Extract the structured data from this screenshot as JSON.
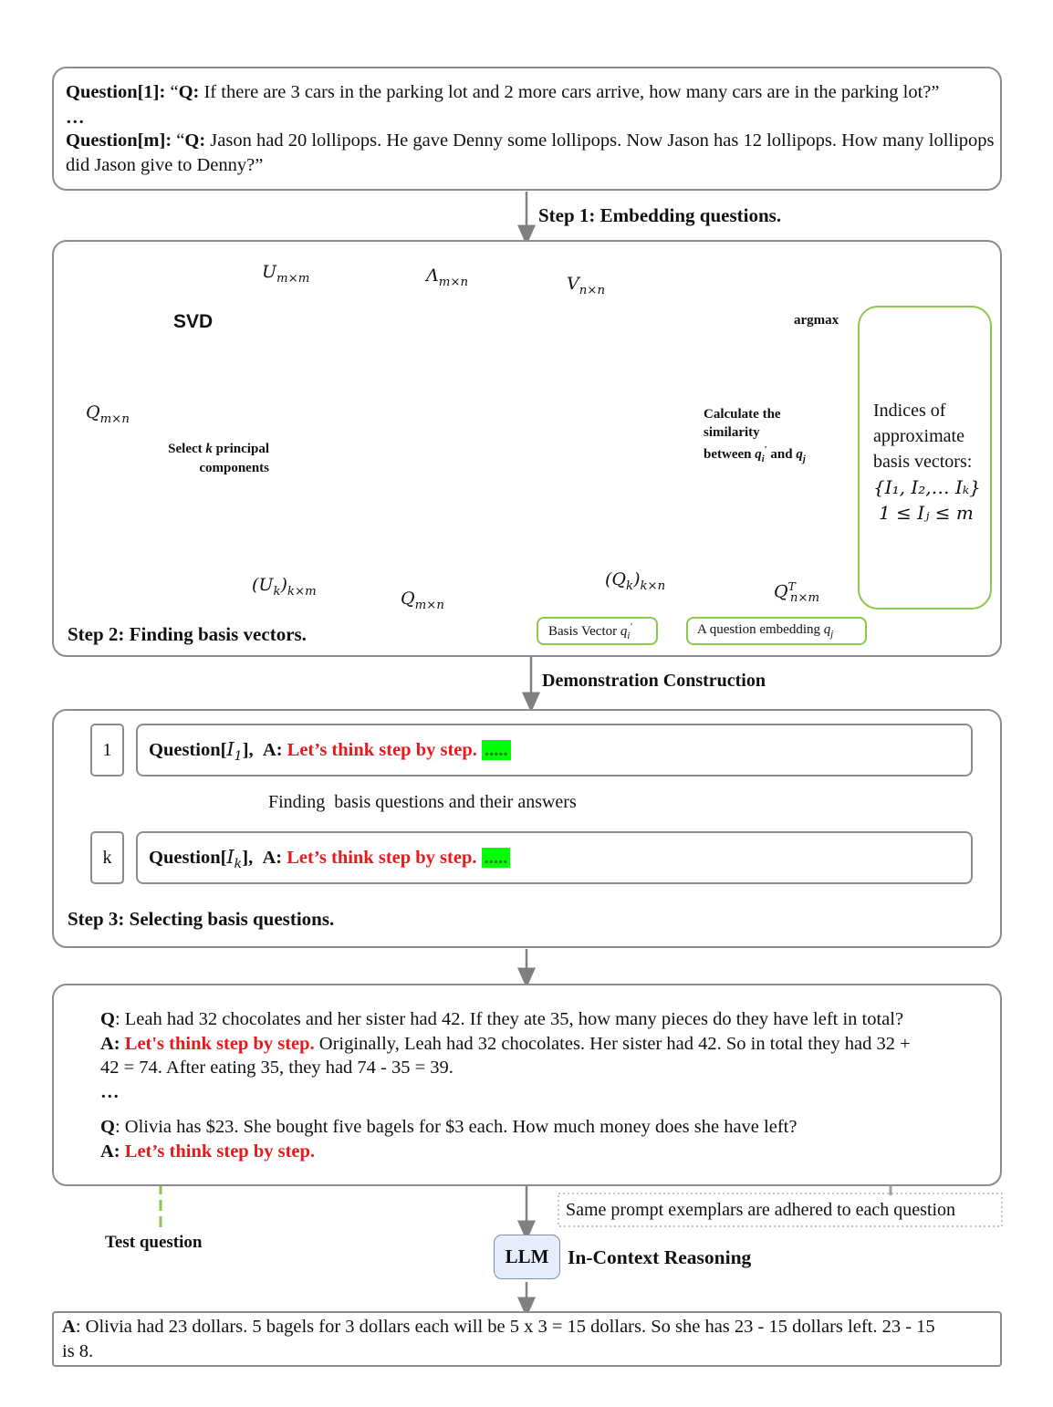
{
  "top_box": {
    "q1_label": "Question[1]:",
    "q1_open": " “",
    "q1_qlabel": "Q:",
    "q1_text": " If there are 3 cars in the parking lot and 2 more cars arrive, how many cars are in the parking lot?”",
    "ellipsis": "…",
    "qm_label": "Question[m]:",
    "qm_open": " “",
    "qm_qlabel": "Q:",
    "qm_text": " Jason had 20 lollipops. He gave Denny some lollipops. Now Jason has 12 lollipops. How many lollipops did Jason give to Denny?”"
  },
  "step1": {
    "label": "Step 1: Embedding questions."
  },
  "step2": {
    "label": "Step 2: Finding basis vectors.",
    "svd": "SVD",
    "argmax": "argmax",
    "select_k_line1": "Select",
    "select_k_var": "k",
    "select_k_line1b": "principal",
    "select_k_line2": "components",
    "calc_line1": "Calculate the",
    "calc_line2": "similarity",
    "calc_line3": "between",
    "calc_and": "and",
    "indices_line1": "Indices of",
    "indices_line2": "approximate",
    "indices_line3": "basis vectors:",
    "indices_set": "{I₁, I₂,… Iₖ}",
    "indices_range": "1 ≤ Iⱼ ≤ m",
    "basis_vector_label": "Basis Vector",
    "question_embedding_label": "A question embedding",
    "mat_Q_top": "Q",
    "mat_U": "U",
    "mat_Lambda": "Λ",
    "mat_V": "V",
    "mat_Uk": "(U",
    "mat_Q_bottom": "Q",
    "mat_Qk": "(Q",
    "mat_QT": "Q"
  },
  "demo_construction": {
    "label": "Demonstration Construction"
  },
  "step3": {
    "label": "Step 3: Selecting basis questions.",
    "row1_num": "1",
    "row1_question": "Question[",
    "row1_index": "I",
    "row1_index_sub": "1",
    "row1_close": "],",
    "row1_a": "A:",
    "row1_lets": "Let’s think step by step.",
    "row1_dots": ".....",
    "rowk_num": "k",
    "rowk_question": "Question[",
    "rowk_index": "I",
    "rowk_index_sub": "k",
    "rowk_close": "],",
    "rowk_a": "A:",
    "rowk_lets": "Let’s think step by step.",
    "rowk_dots": ".....",
    "finding_text": "Finding  basis questions and their answers"
  },
  "prompt_box": {
    "ex_q_label": "Q",
    "ex_q_text": ": Leah had 32 chocolates and her sister had 42. If they ate 35, how many pieces do they have left in total?",
    "ex_a_label": "A:",
    "ex_lets": "Let's think step by step.",
    "ex_answer_1": " Originally, Leah had 32 chocolates. Her sister had 42. So in total they had 32 +",
    "ex_answer_2": "42 = 74. After eating 35, they had 74 - 35 = 39.",
    "ellipsis": "…",
    "test_q_label": "Q",
    "test_q_text": ": Olivia has $23. She bought five bagels for $3 each. How much money does she have left?",
    "test_a_label": "A:",
    "test_lets": "Let’s think step by step."
  },
  "same_prompt_note": "Same prompt exemplars are adhered to each question",
  "test_question_label": "Test question",
  "llm": {
    "label": "LLM",
    "caption": "In-Context Reasoning"
  },
  "final_answer": {
    "a_label": "A",
    "text_1": ": Olivia had 23 dollars. 5 bagels for 3 dollars each will be 5 x 3 = 15 dollars. So she has 23 - 15 dollars left. 23 - 15",
    "text_2": "is 8."
  },
  "colors": {
    "red": "#e8191c",
    "green_highlight": "#00ff00",
    "dashed_blue": "#29a8e0",
    "green_border": "#8cc84b",
    "cell_dark": "#6dbb9d",
    "cell_mid": "#a7d1b1",
    "cell_light": "#e6ebc7",
    "cell_cream": "#f2f1cf"
  }
}
